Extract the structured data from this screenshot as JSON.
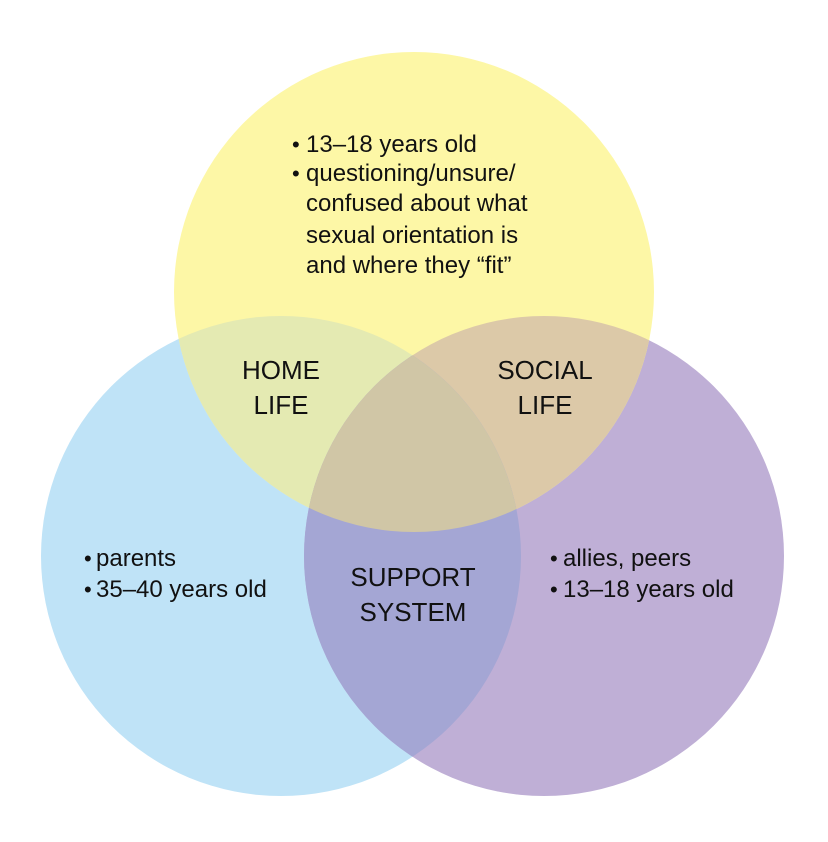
{
  "colors": {
    "top_circle": "#fdf7a6",
    "left_circle": "#bfe3f7",
    "right_circle": "#bfafd6",
    "top_left_overlap": "#e4eab2",
    "top_right_overlap": "#dcc9a8",
    "left_right_overlap": "#a4a6d4",
    "center_overlap": "#d0c6a6",
    "text": "#111111"
  },
  "top_circle": {
    "bullets": [
      {
        "lines": [
          "13–18 years old"
        ]
      },
      {
        "lines": [
          "questioning/unsure/",
          "confused about what",
          "sexual orientation is",
          "and where they “fit”"
        ]
      }
    ]
  },
  "left_circle": {
    "bullets": [
      {
        "lines": [
          "parents"
        ]
      },
      {
        "lines": [
          "35–40 years old"
        ]
      }
    ]
  },
  "right_circle": {
    "bullets": [
      {
        "lines": [
          "allies, peers"
        ]
      },
      {
        "lines": [
          "13–18 years old"
        ]
      }
    ]
  },
  "overlaps": {
    "home_life": {
      "line1": "HOME",
      "line2": "LIFE"
    },
    "social_life": {
      "line1": "SOCIAL",
      "line2": "LIFE"
    },
    "support_system": {
      "line1": "SUPPORT",
      "line2": "SYSTEM"
    }
  }
}
